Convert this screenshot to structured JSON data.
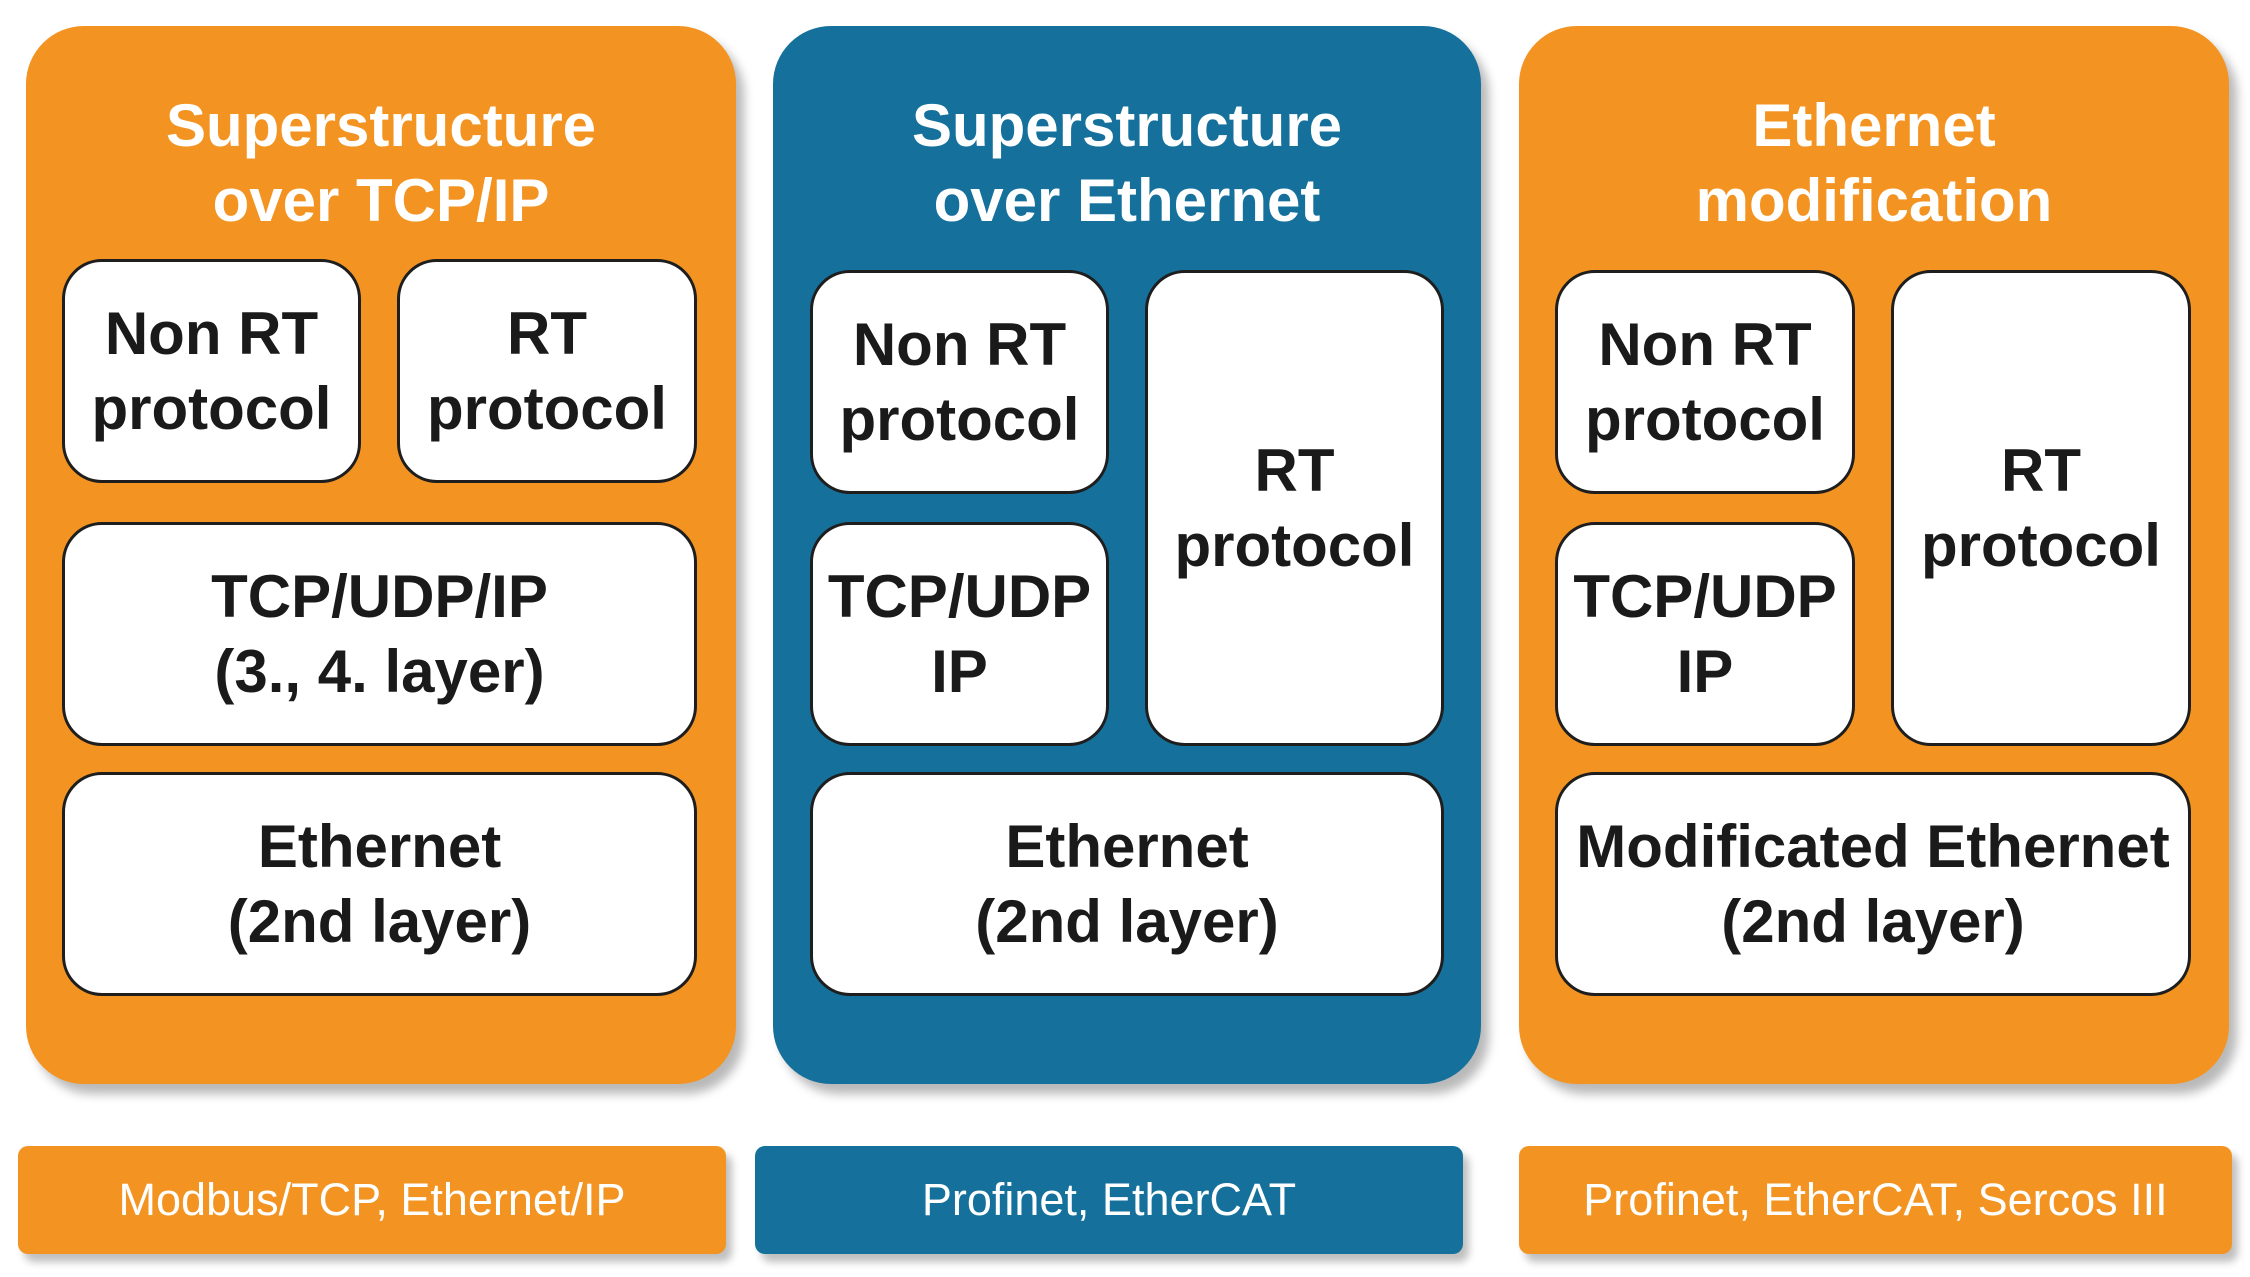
{
  "colors": {
    "orange": "#F39422",
    "blue": "#15719C",
    "box_fill": "#FFFFFF",
    "box_border": "#1E1E1E"
  },
  "panels": [
    {
      "title": "Superstructure\nover TCP/IP",
      "boxes": [
        "Non RT\nprotocol",
        "RT\nprotocol",
        "TCP/UDP/IP\n(3., 4. layer)",
        "Ethernet\n(2nd layer)"
      ],
      "footer": "Modbus/TCP, Ethernet/IP"
    },
    {
      "title": "Superstructure\nover Ethernet",
      "boxes": [
        "Non RT\nprotocol",
        "RT\nprotocol",
        "TCP/UDP\nIP",
        "Ethernet\n(2nd layer)"
      ],
      "footer": "Profinet, EtherCAT"
    },
    {
      "title": "Ethernet\nmodification",
      "boxes": [
        "Non RT\nprotocol",
        "RT\nprotocol",
        "TCP/UDP\nIP",
        "Modificated Ethernet\n(2nd layer)"
      ],
      "footer": "Profinet, EtherCAT, Sercos III"
    }
  ]
}
